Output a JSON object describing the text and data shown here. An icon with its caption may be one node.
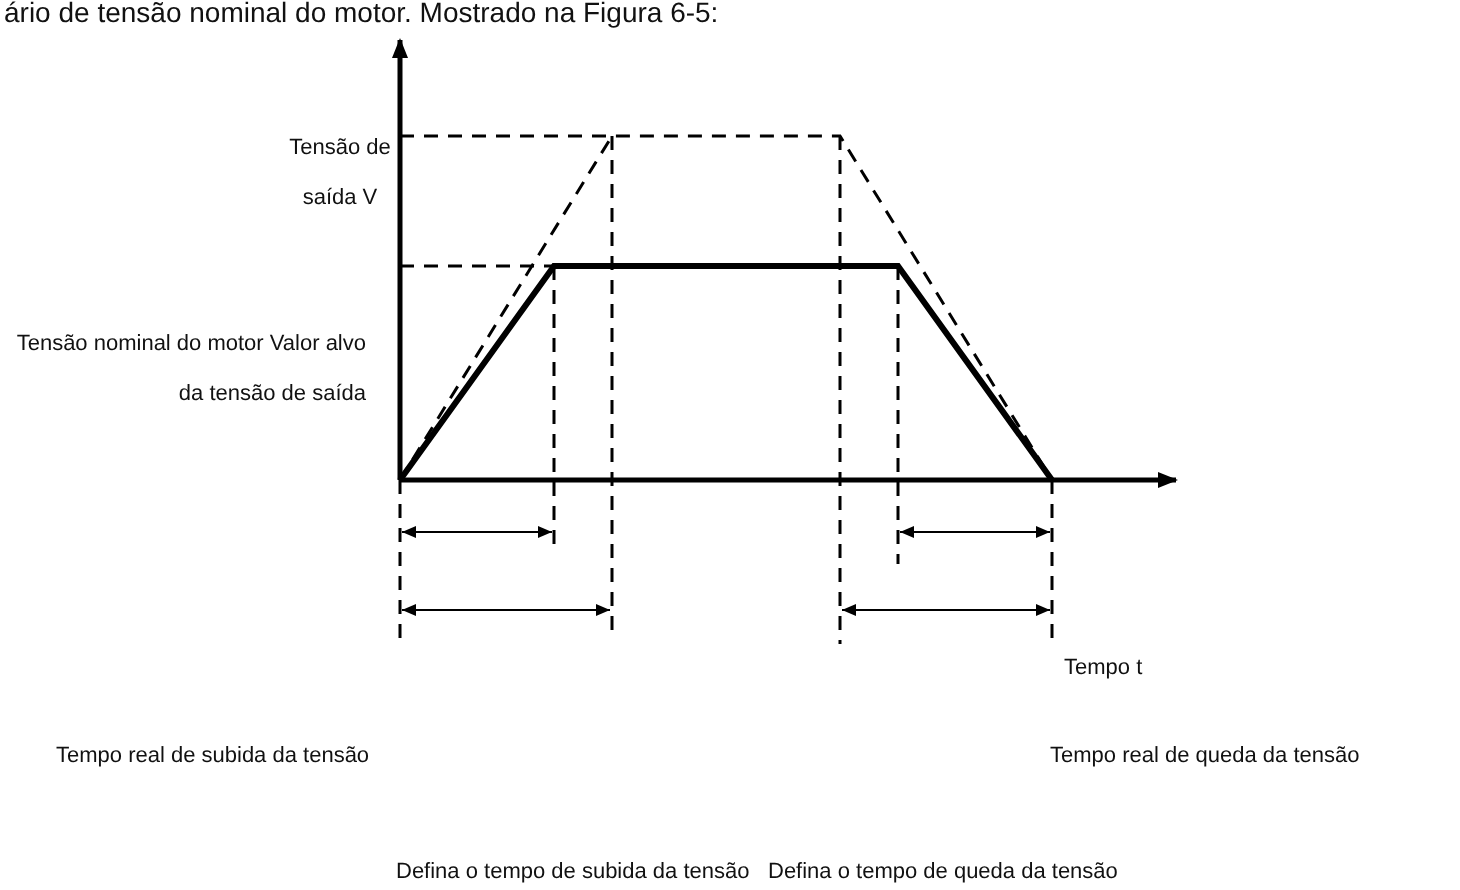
{
  "diagram": {
    "labels": [
      "ário de tensão nominal do motor. Mostrado na Figura 6-5:",
      "Tensão de saída V",
      "Tensão nominal do motor Valor alvo da tensão de saída",
      "Tempo t",
      "Tempo real de subida da tensão",
      "Tempo real de queda da tensão",
      "Defina o tempo de subida da tensão",
      "Defina o tempo de queda da tensão"
    ]
  }
}
